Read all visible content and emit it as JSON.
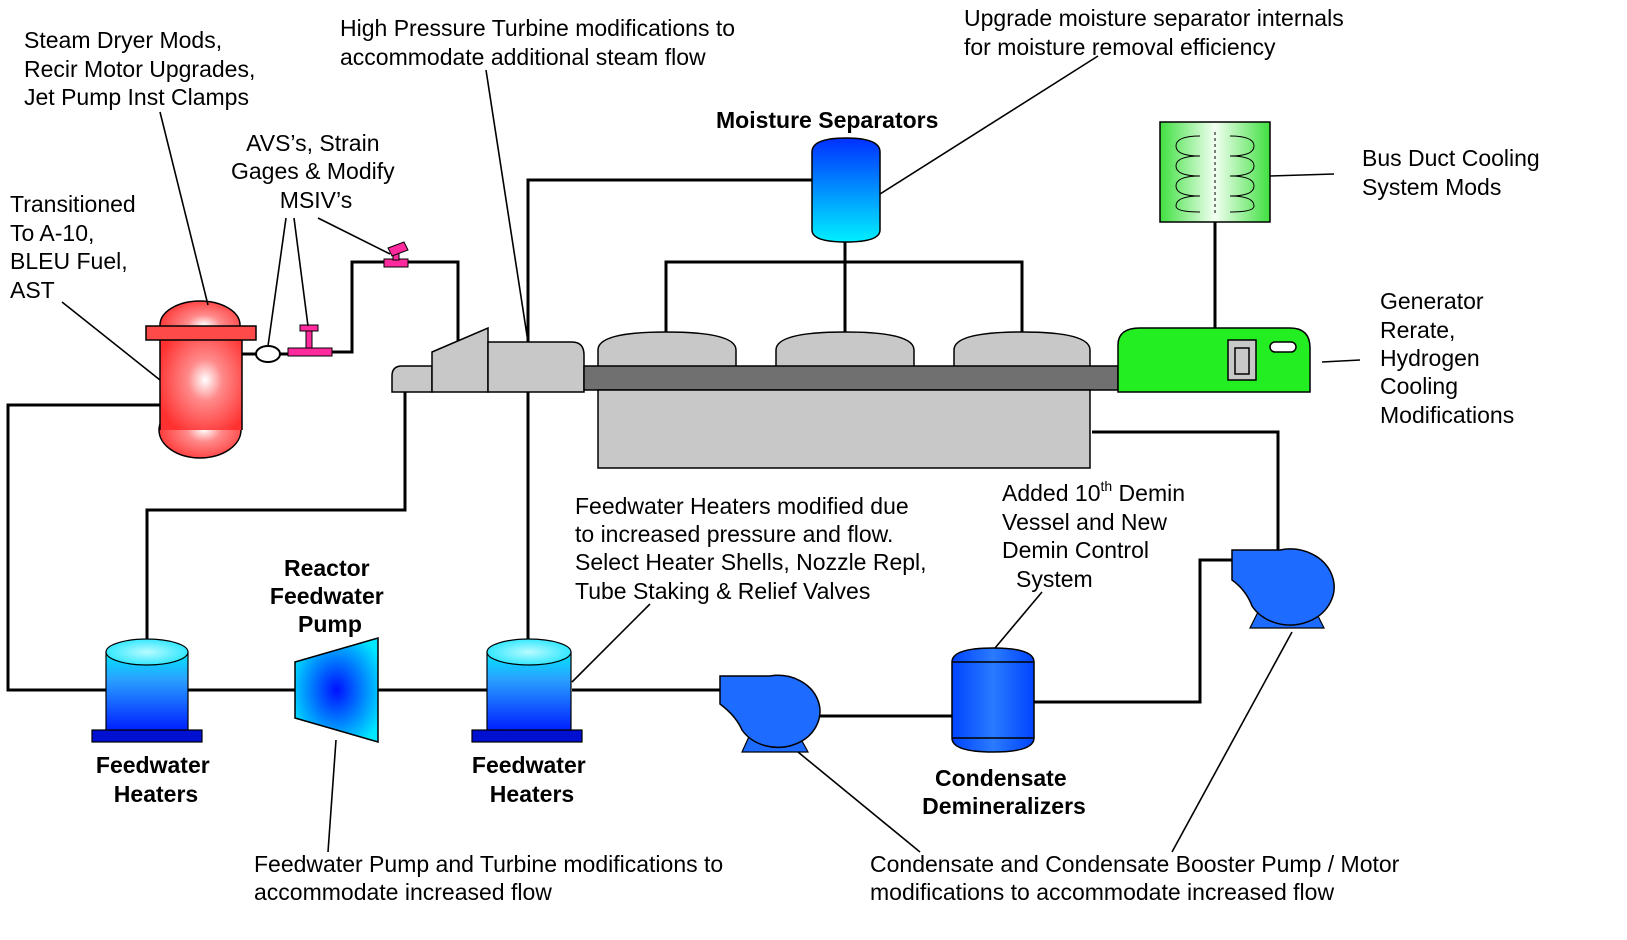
{
  "colors": {
    "reactor": "#ff5a5a",
    "heater": "#1e6bff",
    "heater_top": "#00e5ff",
    "pump": "#1e6bff",
    "generator": "#22ee22",
    "turbine_casing": "#c8c8c8",
    "shaft": "#707070",
    "msiv": "#ff2a9d",
    "base_plate": "#0010d0"
  },
  "labels": {
    "steam_dryer": [
      "Steam Dryer Mods,",
      "Recir Motor Upgrades,",
      "Jet Pump Inst Clamps"
    ],
    "hp_turbine": [
      "High Pressure Turbine modifications to",
      "accommodate additional steam flow"
    ],
    "moisture_sep_note": [
      "Upgrade moisture separator internals",
      "for moisture removal efficiency"
    ],
    "moisture_separators_title": "Moisture Separators",
    "avs": [
      "AVS’s, Strain",
      "Gages & Modify",
      "MSIV’s"
    ],
    "transitioned": [
      "Transitioned",
      "To A-10,",
      "BLEU Fuel,",
      "AST"
    ],
    "bus_duct": [
      "Bus Duct Cooling",
      "System Mods"
    ],
    "generator": [
      "Generator",
      "Rerate,",
      "Hydrogen",
      "Cooling",
      "Modifications"
    ],
    "fw_heaters_note": [
      "Feedwater Heaters modified due",
      "to  increased pressure and flow.",
      "Select Heater Shells, Nozzle Repl,",
      "Tube Staking & Relief Valves"
    ],
    "demin_note_line1_pre": "Added 10",
    "demin_note_line1_sup": "th",
    "demin_note_line1_post": " Demin",
    "demin_note_rest": [
      "Vessel and New",
      "Demin Control",
      "System"
    ],
    "reactor_fw_pump": [
      "Reactor",
      "Feedwater",
      "Pump"
    ],
    "fw_heaters_left": [
      "Feedwater",
      "Heaters"
    ],
    "fw_heaters_mid": [
      "Feedwater",
      "Heaters"
    ],
    "condensate_demin": [
      "Condensate",
      "Demineralizers"
    ],
    "fw_pump_note": [
      "Feedwater Pump and Turbine modifications to",
      "accommodate increased flow"
    ],
    "condensate_pump_note": [
      "Condensate and Condensate Booster Pump / Motor",
      "modifications to accommodate increased flow"
    ]
  }
}
